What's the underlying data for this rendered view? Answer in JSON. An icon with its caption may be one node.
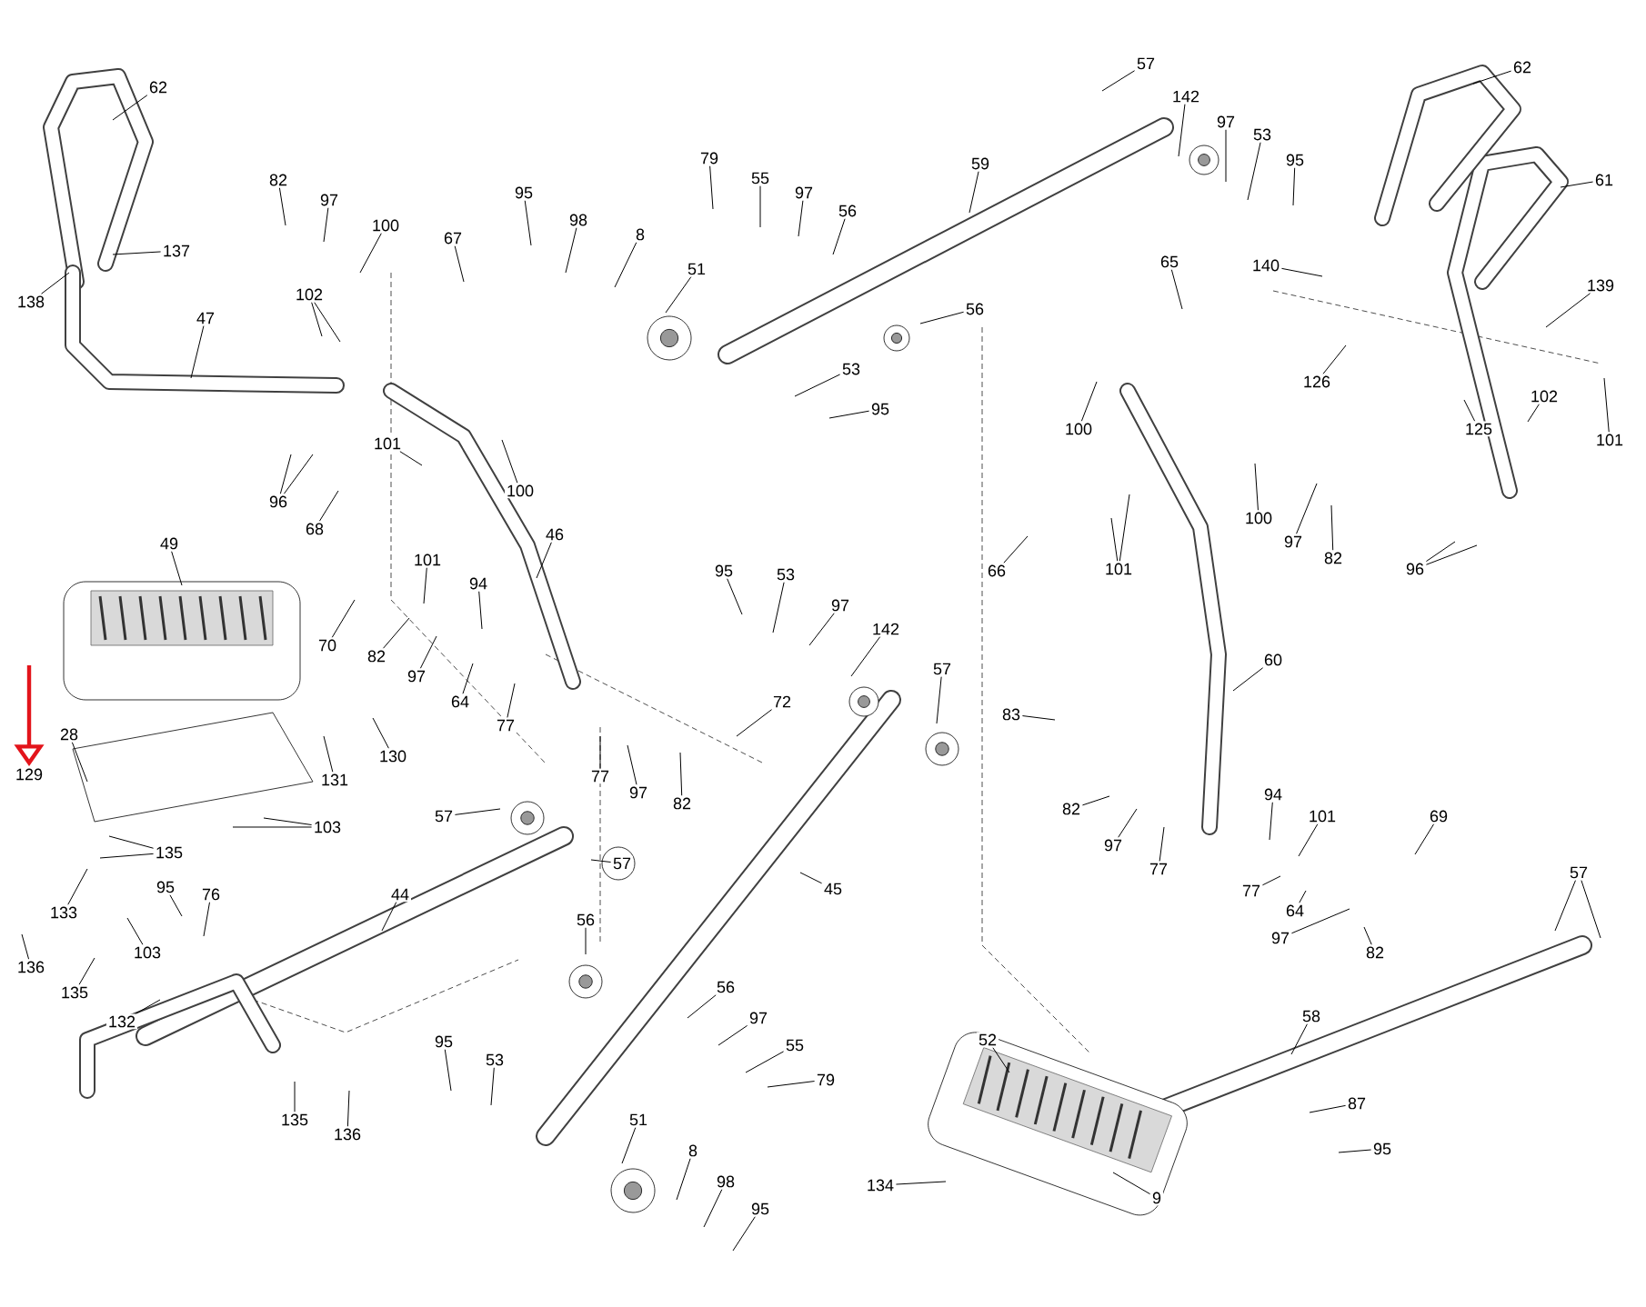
{
  "diagram": {
    "nodes": [
      {
        "text": [
          "62"
        ]
      },
      {
        "text": [
          "137"
        ]
      },
      {
        "text": [
          "138"
        ]
      },
      {
        "text": [
          "47"
        ]
      },
      {
        "text": [
          "82"
        ]
      },
      {
        "text": [
          "97"
        ]
      },
      {
        "text": [
          "100"
        ]
      },
      {
        "text": [
          "102"
        ]
      },
      {
        "text": [
          "96"
        ]
      },
      {
        "text": [
          "95"
        ]
      },
      {
        "text": [
          "98"
        ]
      },
      {
        "text": [
          "8"
        ]
      },
      {
        "text": [
          "67"
        ]
      },
      {
        "text": [
          "51"
        ]
      },
      {
        "text": [
          "79"
        ]
      },
      {
        "text": [
          "55"
        ]
      },
      {
        "text": [
          "97"
        ]
      },
      {
        "text": [
          "56"
        ]
      },
      {
        "text": [
          "59"
        ]
      },
      {
        "text": [
          "57"
        ]
      },
      {
        "text": [
          "142"
        ]
      },
      {
        "text": [
          "97"
        ]
      },
      {
        "text": [
          "53"
        ]
      },
      {
        "text": [
          "95"
        ]
      },
      {
        "text": [
          "62"
        ]
      },
      {
        "text": [
          "61"
        ]
      },
      {
        "text": [
          "140"
        ]
      },
      {
        "text": [
          "139"
        ]
      },
      {
        "text": [
          "126"
        ]
      },
      {
        "text": [
          "125"
        ]
      },
      {
        "text": [
          "102"
        ]
      },
      {
        "text": [
          "101"
        ]
      },
      {
        "text": [
          "96"
        ]
      },
      {
        "text": [
          "65"
        ]
      },
      {
        "text": [
          "56"
        ]
      },
      {
        "text": [
          "100"
        ]
      },
      {
        "text": [
          "53"
        ]
      },
      {
        "text": [
          "95"
        ]
      },
      {
        "text": [
          "101"
        ]
      },
      {
        "text": [
          "100"
        ]
      },
      {
        "text": [
          "68"
        ]
      },
      {
        "text": [
          "46"
        ]
      },
      {
        "text": [
          "66"
        ]
      },
      {
        "text": [
          "101"
        ]
      },
      {
        "text": [
          "100"
        ]
      },
      {
        "text": [
          "97"
        ]
      },
      {
        "text": [
          "82"
        ]
      },
      {
        "text": [
          "49"
        ]
      },
      {
        "text": [
          "70"
        ]
      },
      {
        "text": [
          "101"
        ]
      },
      {
        "text": [
          "94"
        ]
      },
      {
        "text": [
          "82"
        ]
      },
      {
        "text": [
          "97"
        ]
      },
      {
        "text": [
          "64"
        ]
      },
      {
        "text": [
          "77"
        ]
      },
      {
        "text": [
          "95"
        ]
      },
      {
        "text": [
          "53"
        ]
      },
      {
        "text": [
          "97"
        ]
      },
      {
        "text": [
          "142"
        ]
      },
      {
        "text": [
          "57"
        ]
      },
      {
        "text": [
          "72"
        ]
      },
      {
        "text": [
          "77"
        ]
      },
      {
        "text": [
          "97"
        ]
      },
      {
        "text": [
          "82"
        ]
      },
      {
        "text": [
          "83"
        ]
      },
      {
        "text": [
          "60"
        ]
      },
      {
        "text": [
          "82"
        ]
      },
      {
        "text": [
          "97"
        ]
      },
      {
        "text": [
          "77"
        ]
      },
      {
        "text": [
          "94"
        ]
      },
      {
        "text": [
          "101"
        ]
      },
      {
        "text": [
          "69"
        ]
      },
      {
        "text": [
          "77"
        ]
      },
      {
        "text": [
          "64"
        ]
      },
      {
        "text": [
          "97"
        ]
      },
      {
        "text": [
          "82"
        ]
      },
      {
        "text": [
          "57"
        ]
      },
      {
        "text": [
          "28"
        ]
      },
      {
        "text": [
          "129"
        ]
      },
      {
        "text": [
          "131"
        ]
      },
      {
        "text": [
          "130"
        ]
      },
      {
        "text": [
          "103"
        ]
      },
      {
        "text": [
          "135"
        ]
      },
      {
        "text": [
          "133"
        ]
      },
      {
        "text": [
          "95"
        ]
      },
      {
        "text": [
          "76"
        ]
      },
      {
        "text": [
          "103"
        ]
      },
      {
        "text": [
          "136"
        ]
      },
      {
        "text": [
          "135"
        ]
      },
      {
        "text": [
          "132"
        ]
      },
      {
        "text": [
          "44"
        ]
      },
      {
        "text": [
          "57"
        ]
      },
      {
        "text": [
          "57"
        ]
      },
      {
        "text": [
          "45"
        ]
      },
      {
        "text": [
          "56"
        ]
      },
      {
        "text": [
          "56"
        ]
      },
      {
        "text": [
          "97"
        ]
      },
      {
        "text": [
          "55"
        ]
      },
      {
        "text": [
          "79"
        ]
      },
      {
        "text": [
          "95"
        ]
      },
      {
        "text": [
          "53"
        ]
      },
      {
        "text": [
          "135"
        ]
      },
      {
        "text": [
          "136"
        ]
      },
      {
        "text": [
          "51"
        ]
      },
      {
        "text": [
          "8"
        ]
      },
      {
        "text": [
          "98"
        ]
      },
      {
        "text": [
          "95"
        ]
      },
      {
        "text": [
          "52"
        ]
      },
      {
        "text": [
          "58"
        ]
      },
      {
        "text": [
          "87"
        ]
      },
      {
        "text": [
          "95"
        ]
      },
      {
        "text": [
          "134"
        ]
      },
      {
        "text": [
          "9"
        ]
      }
    ],
    "edges": [
      {
        "from": 0,
        "to": null,
        "arrow": "none"
      },
      {
        "from": 1,
        "to": null,
        "arrow": "none"
      },
      {
        "from": 2,
        "to": null,
        "arrow": "none"
      },
      {
        "from": 3,
        "to": null,
        "arrow": "none"
      },
      {
        "from": 4,
        "to": null,
        "arrow": "none"
      },
      {
        "from": 5,
        "to": null,
        "arrow": "none"
      },
      {
        "from": 6,
        "to": null,
        "arrow": "none"
      },
      {
        "from": 7,
        "to": null,
        "arrow": "none"
      },
      {
        "from": 7,
        "to": null,
        "arrow": "none"
      },
      {
        "from": 8,
        "to": null,
        "arrow": "none"
      },
      {
        "from": 8,
        "to": null,
        "arrow": "none"
      },
      {
        "from": 9,
        "to": null,
        "arrow": "none"
      },
      {
        "from": 10,
        "to": null,
        "arrow": "none"
      },
      {
        "from": 11,
        "to": null,
        "arrow": "none"
      },
      {
        "from": 12,
        "to": null,
        "arrow": "none"
      },
      {
        "from": 13,
        "to": null,
        "arrow": "none"
      },
      {
        "from": 14,
        "to": null,
        "arrow": "none"
      },
      {
        "from": 15,
        "to": null,
        "arrow": "none"
      },
      {
        "from": 16,
        "to": null,
        "arrow": "none"
      },
      {
        "from": 17,
        "to": null,
        "arrow": "none"
      },
      {
        "from": 18,
        "to": null,
        "arrow": "none"
      },
      {
        "from": 19,
        "to": null,
        "arrow": "none"
      },
      {
        "from": 20,
        "to": null,
        "arrow": "none"
      },
      {
        "from": 21,
        "to": null,
        "arrow": "none"
      },
      {
        "from": 22,
        "to": null,
        "arrow": "none"
      },
      {
        "from": 23,
        "to": null,
        "arrow": "none"
      },
      {
        "from": 24,
        "to": null,
        "arrow": "none"
      },
      {
        "from": 25,
        "to": null,
        "arrow": "none"
      },
      {
        "from": 26,
        "to": null,
        "arrow": "none"
      },
      {
        "from": 27,
        "to": null,
        "arrow": "none"
      },
      {
        "from": 28,
        "to": null,
        "arrow": "none"
      },
      {
        "from": 29,
        "to": null,
        "arrow": "none"
      },
      {
        "from": 30,
        "to": null,
        "arrow": "none"
      },
      {
        "from": 31,
        "to": null,
        "arrow": "none"
      },
      {
        "from": 32,
        "to": null,
        "arrow": "none"
      },
      {
        "from": 32,
        "to": null,
        "arrow": "none"
      },
      {
        "from": 33,
        "to": null,
        "arrow": "none"
      },
      {
        "from": 34,
        "to": null,
        "arrow": "none"
      },
      {
        "from": 35,
        "to": null,
        "arrow": "none"
      },
      {
        "from": 36,
        "to": null,
        "arrow": "none"
      },
      {
        "from": 37,
        "to": null,
        "arrow": "none"
      },
      {
        "from": 38,
        "to": null,
        "arrow": "none"
      },
      {
        "from": 39,
        "to": null,
        "arrow": "none"
      },
      {
        "from": 40,
        "to": null,
        "arrow": "none"
      },
      {
        "from": 41,
        "to": null,
        "arrow": "none"
      },
      {
        "from": 42,
        "to": null,
        "arrow": "none"
      },
      {
        "from": 43,
        "to": null,
        "arrow": "none"
      },
      {
        "from": 43,
        "to": null,
        "arrow": "none"
      },
      {
        "from": 44,
        "to": null,
        "arrow": "none"
      },
      {
        "from": 45,
        "to": null,
        "arrow": "none"
      },
      {
        "from": 46,
        "to": null,
        "arrow": "none"
      },
      {
        "from": 47,
        "to": null,
        "arrow": "none"
      },
      {
        "from": 48,
        "to": null,
        "arrow": "none"
      },
      {
        "from": 49,
        "to": null,
        "arrow": "none"
      },
      {
        "from": 50,
        "to": null,
        "arrow": "none"
      },
      {
        "from": 51,
        "to": null,
        "arrow": "none"
      },
      {
        "from": 52,
        "to": null,
        "arrow": "none"
      },
      {
        "from": 53,
        "to": null,
        "arrow": "none"
      },
      {
        "from": 54,
        "to": null,
        "arrow": "none"
      },
      {
        "from": 55,
        "to": null,
        "arrow": "none"
      },
      {
        "from": 56,
        "to": null,
        "arrow": "none"
      },
      {
        "from": 57,
        "to": null,
        "arrow": "none"
      },
      {
        "from": 58,
        "to": null,
        "arrow": "none"
      },
      {
        "from": 59,
        "to": null,
        "arrow": "none"
      },
      {
        "from": 60,
        "to": null,
        "arrow": "none"
      },
      {
        "from": 61,
        "to": null,
        "arrow": "none"
      },
      {
        "from": 62,
        "to": null,
        "arrow": "none"
      },
      {
        "from": 63,
        "to": null,
        "arrow": "none"
      },
      {
        "from": 64,
        "to": null,
        "arrow": "none"
      },
      {
        "from": 65,
        "to": null,
        "arrow": "none"
      },
      {
        "from": 66,
        "to": null,
        "arrow": "none"
      },
      {
        "from": 67,
        "to": null,
        "arrow": "none"
      },
      {
        "from": 68,
        "to": null,
        "arrow": "none"
      },
      {
        "from": 69,
        "to": null,
        "arrow": "none"
      },
      {
        "from": 70,
        "to": null,
        "arrow": "none"
      },
      {
        "from": 71,
        "to": null,
        "arrow": "none"
      },
      {
        "from": 72,
        "to": null,
        "arrow": "none"
      },
      {
        "from": 73,
        "to": null,
        "arrow": "none"
      },
      {
        "from": 74,
        "to": null,
        "arrow": "none"
      },
      {
        "from": 75,
        "to": null,
        "arrow": "none"
      },
      {
        "from": 76,
        "to": null,
        "arrow": "none"
      },
      {
        "from": 76,
        "to": null,
        "arrow": "none"
      },
      {
        "from": 77,
        "to": null,
        "arrow": "none"
      },
      {
        "from": 79,
        "to": null,
        "arrow": "none"
      },
      {
        "from": 80,
        "to": null,
        "arrow": "none"
      },
      {
        "from": 81,
        "to": null,
        "arrow": "none"
      },
      {
        "from": 81,
        "to": null,
        "arrow": "none"
      },
      {
        "from": 82,
        "to": null,
        "arrow": "none"
      },
      {
        "from": 82,
        "to": null,
        "arrow": "none"
      },
      {
        "from": 83,
        "to": null,
        "arrow": "none"
      },
      {
        "from": 84,
        "to": null,
        "arrow": "none"
      },
      {
        "from": 85,
        "to": null,
        "arrow": "none"
      },
      {
        "from": 86,
        "to": null,
        "arrow": "none"
      },
      {
        "from": 87,
        "to": null,
        "arrow": "none"
      },
      {
        "from": 88,
        "to": null,
        "arrow": "none"
      },
      {
        "from": 89,
        "to": null,
        "arrow": "none"
      },
      {
        "from": 90,
        "to": null,
        "arrow": "none"
      },
      {
        "from": 91,
        "to": null,
        "arrow": "none"
      },
      {
        "from": 92,
        "to": null,
        "arrow": "none"
      },
      {
        "from": 93,
        "to": null,
        "arrow": "none"
      },
      {
        "from": 94,
        "to": null,
        "arrow": "none"
      },
      {
        "from": 95,
        "to": null,
        "arrow": "none"
      },
      {
        "from": 96,
        "to": null,
        "arrow": "none"
      },
      {
        "from": 97,
        "to": null,
        "arrow": "none"
      },
      {
        "from": 98,
        "to": null,
        "arrow": "none"
      },
      {
        "from": 99,
        "to": null,
        "arrow": "none"
      },
      {
        "from": 100,
        "to": null,
        "arrow": "none"
      },
      {
        "from": 101,
        "to": null,
        "arrow": "none"
      },
      {
        "from": 102,
        "to": null,
        "arrow": "none"
      },
      {
        "from": 103,
        "to": null,
        "arrow": "none"
      },
      {
        "from": 104,
        "to": null,
        "arrow": "none"
      },
      {
        "from": 105,
        "to": null,
        "arrow": "none"
      },
      {
        "from": 106,
        "to": null,
        "arrow": "none"
      },
      {
        "from": 107,
        "to": null,
        "arrow": "none"
      },
      {
        "from": 108,
        "to": null,
        "arrow": "none"
      },
      {
        "from": 109,
        "to": null,
        "arrow": "none"
      },
      {
        "from": 110,
        "to": null,
        "arrow": "none"
      },
      {
        "from": 111,
        "to": null,
        "arrow": "none"
      },
      {
        "from": 112,
        "to": null,
        "arrow": "none"
      },
      {
        "from": null,
        "to": 78,
        "arrow": "to",
        "style": "thick",
        "color": "#e3141b"
      }
    ]
  }
}
